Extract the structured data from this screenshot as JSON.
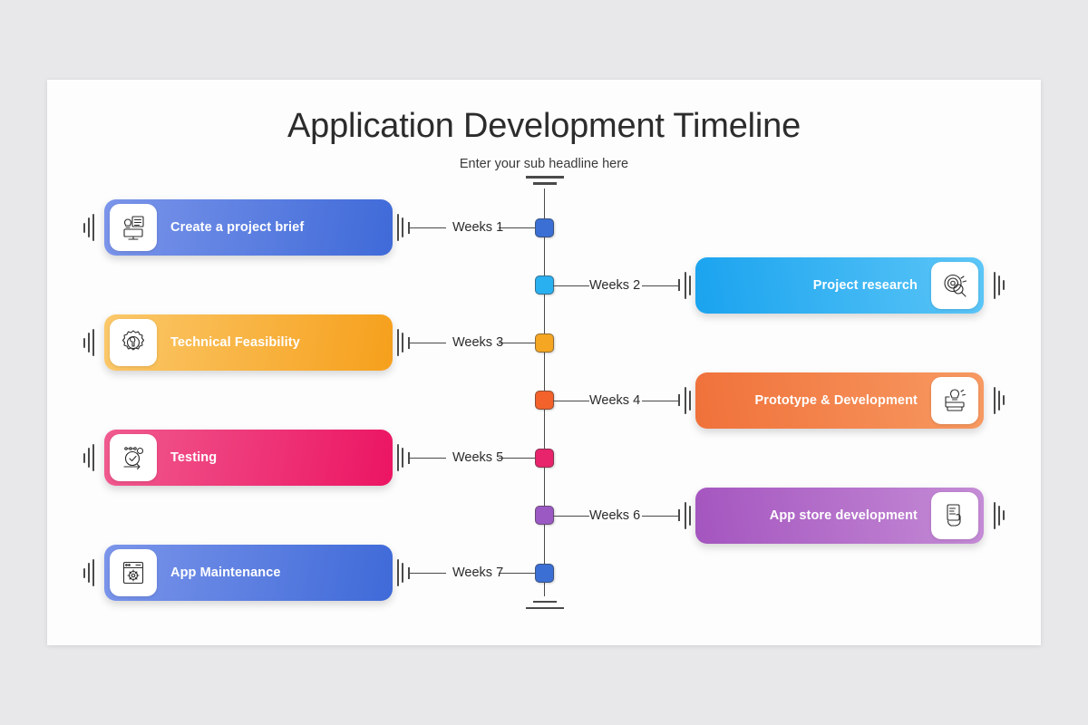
{
  "slide": {
    "title": "Application Development Timeline",
    "subtitle": "Enter your sub headline here",
    "background": "#e8e8ea",
    "surface": "#fdfdfd"
  },
  "timeline": {
    "line_color": "#4a4a4a",
    "steps": [
      {
        "week_label": "Weeks 1",
        "title": "Create  a project brief",
        "side": "left",
        "node_color": "#3b6fd4",
        "gradient_from": "#7b95ea",
        "gradient_to": "#3f6ad8",
        "icon": "project-brief-icon"
      },
      {
        "week_label": "Weeks 2",
        "title": "Project research",
        "side": "right",
        "node_color": "#29b0f1",
        "gradient_from": "#1aa3ef",
        "gradient_to": "#5cc6f7",
        "icon": "target-search-icon"
      },
      {
        "week_label": "Weeks 3",
        "title": "Technical Feasibility",
        "side": "left",
        "node_color": "#f5a623",
        "gradient_from": "#fbc86a",
        "gradient_to": "#f6a01c",
        "icon": "gear-wrench-icon"
      },
      {
        "week_label": "Weeks 4",
        "title": "Prototype & Development",
        "side": "right",
        "node_color": "#f2622a",
        "gradient_from": "#f0713a",
        "gradient_to": "#f79a62",
        "icon": "prototype-idea-icon"
      },
      {
        "week_label": "Weeks 5",
        "title": "Testing",
        "side": "left",
        "node_color": "#e8246c",
        "gradient_from": "#f05a8e",
        "gradient_to": "#ec1563",
        "icon": "test-cycle-icon"
      },
      {
        "week_label": "Weeks 6",
        "title": "App store development",
        "side": "right",
        "node_color": "#9b59c4",
        "gradient_from": "#a455bf",
        "gradient_to": "#c58cd6",
        "icon": "hand-phone-icon"
      },
      {
        "week_label": "Weeks 7",
        "title": "App Maintenance",
        "side": "left",
        "node_color": "#3b6fd4",
        "gradient_from": "#7b95ea",
        "gradient_to": "#3f6ad8",
        "icon": "app-settings-icon"
      }
    ]
  }
}
